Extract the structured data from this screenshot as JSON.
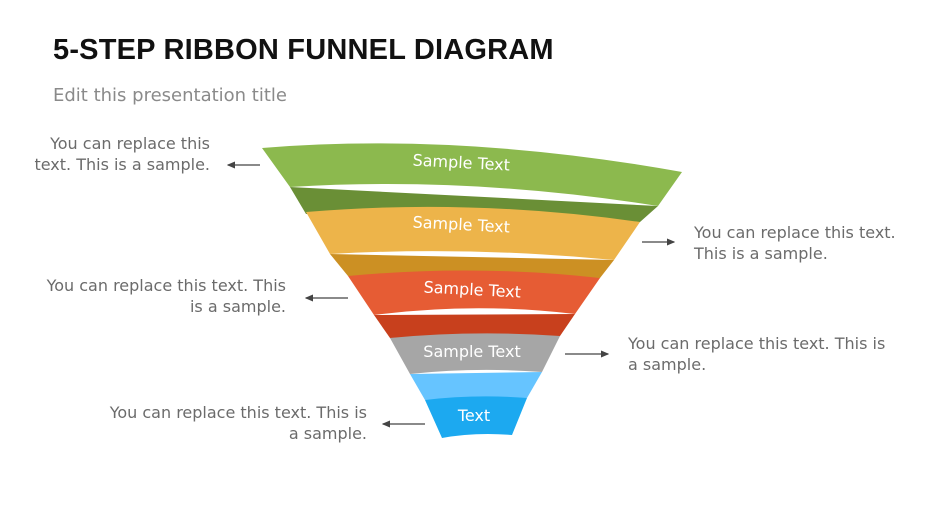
{
  "header": {
    "title": "5-STEP RIBBON FUNNEL DIAGRAM",
    "subtitle": "Edit this presentation title"
  },
  "funnel": {
    "steps": [
      {
        "label": "Sample Text",
        "color": "#8cb94e",
        "fold_color": "#6a8f36"
      },
      {
        "label": "Sample Text",
        "color": "#edb44a",
        "fold_color": "#cc9023"
      },
      {
        "label": "Sample Text",
        "color": "#e65c34",
        "fold_color": "#c8401d"
      },
      {
        "label": "Sample Text",
        "color": "#a6a6a6",
        "fold_color": "#66c4ff"
      },
      {
        "label": "Text",
        "color": "#1ca9f0",
        "fold_color": "#66c4ff"
      }
    ]
  },
  "notes": [
    {
      "text": "You can replace this text. This is a sample.",
      "side": "left"
    },
    {
      "text": "You can replace this text. This is a sample.",
      "side": "right"
    },
    {
      "text": "You can replace this text. This is a sample.",
      "side": "left"
    },
    {
      "text": "You can replace this text. This is a sample.",
      "side": "right"
    },
    {
      "text": "You can replace this text. This is a sample.",
      "side": "left"
    }
  ]
}
